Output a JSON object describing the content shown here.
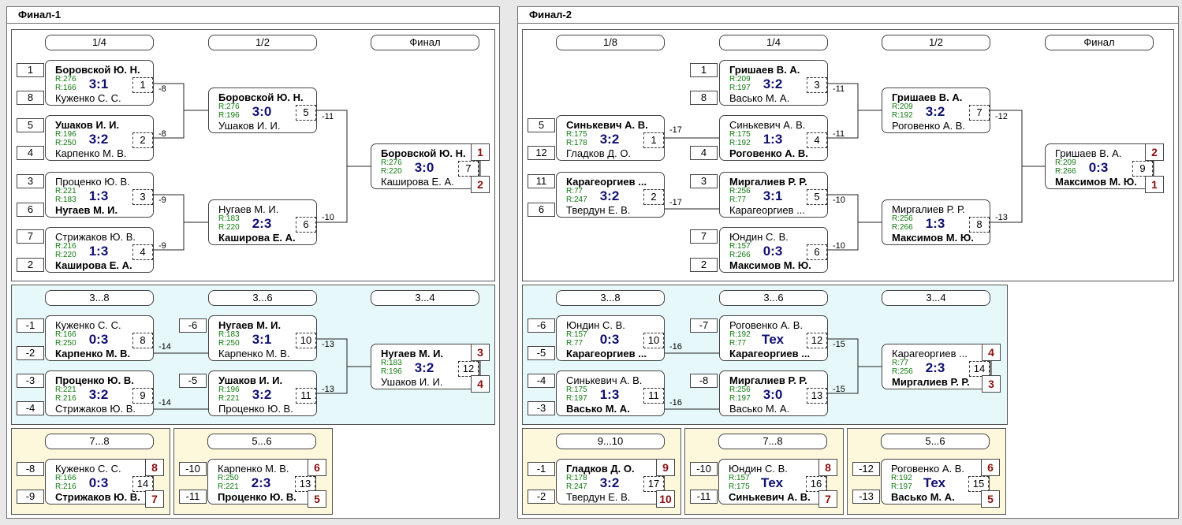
{
  "final1": {
    "title": "Финал-1",
    "main": {
      "stages": [
        "1/4",
        "1/2",
        "Финал"
      ],
      "seeds": [
        "1",
        "8",
        "5",
        "4",
        "3",
        "6",
        "7",
        "2"
      ],
      "m1": {
        "n1": "Боровской Ю. Н.",
        "r1": "R:276",
        "r2": "R:166",
        "score": "3:1",
        "num": "1",
        "n2": "Куженко С. С.",
        "out": "-8"
      },
      "m2": {
        "n1": "Ушаков И. И.",
        "r1": "R:196",
        "r2": "R:250",
        "score": "3:2",
        "num": "2",
        "n2": "Карпенко М. В.",
        "out": "-8"
      },
      "m3": {
        "n1": "Проценко Ю. В.",
        "r1": "R:221",
        "r2": "R:183",
        "score": "1:3",
        "num": "3",
        "n2": "Нугаев М. И.",
        "out": "-9"
      },
      "m4": {
        "n1": "Стрижаков Ю. В.",
        "r1": "R:216",
        "r2": "R:220",
        "score": "1:3",
        "num": "4",
        "n2": "Каширова Е. А.",
        "out": "-9"
      },
      "m5": {
        "n1": "Боровской Ю. Н.",
        "r1": "R:276",
        "r2": "R:196",
        "score": "3:0",
        "num": "5",
        "n2": "Ушаков И. И.",
        "out": "-11"
      },
      "m6": {
        "n1": "Нугаев М. И.",
        "r1": "R:183",
        "r2": "R:220",
        "score": "2:3",
        "num": "6",
        "n2": "Каширова Е. А.",
        "out": "-10"
      },
      "m7": {
        "n1": "Боровской Ю. Н.",
        "r1": "R:276",
        "r2": "R:220",
        "score": "3:0",
        "num": "7",
        "n2": "Каширова Е. А.",
        "p1": "1",
        "p2": "2"
      }
    },
    "cons": {
      "stages": [
        "3...8",
        "3...6",
        "3...4"
      ],
      "seeds": [
        "-1",
        "-2",
        "-3",
        "-4",
        "-6",
        "-5"
      ],
      "m8": {
        "n1": "Куженко С. С.",
        "r1": "R:166",
        "r2": "R:250",
        "score": "0:3",
        "num": "8",
        "n2": "Карпенко М. В.",
        "out": "-14"
      },
      "m9": {
        "n1": "Проценко Ю. В.",
        "r1": "R:221",
        "r2": "R:216",
        "score": "3:2",
        "num": "9",
        "n2": "Стрижаков Ю. В.",
        "out": "-14"
      },
      "m10": {
        "n1": "Нугаев М. И.",
        "r1": "R:183",
        "r2": "R:250",
        "score": "3:1",
        "num": "10",
        "n2": "Карпенко М. В.",
        "out": "-13"
      },
      "m11": {
        "n1": "Ушаков И. И.",
        "r1": "R:196",
        "r2": "R:221",
        "score": "3:2",
        "num": "11",
        "n2": "Проценко Ю. В.",
        "out": "-13"
      },
      "m12": {
        "n1": "Нугаев М. И.",
        "r1": "R:183",
        "r2": "R:196",
        "score": "3:2",
        "num": "12",
        "n2": "Ушаков И. И.",
        "p1": "3",
        "p2": "4"
      }
    },
    "p78": {
      "stage": "7...8",
      "seeds": [
        "-8",
        "-9"
      ],
      "m14": {
        "n1": "Куженко С. С.",
        "r1": "R:166",
        "r2": "R:216",
        "score": "0:3",
        "num": "14",
        "n2": "Стрижаков Ю. В.",
        "p1": "8",
        "p2": "7"
      }
    },
    "p56": {
      "stage": "5...6",
      "seeds": [
        "-10",
        "-11"
      ],
      "m13": {
        "n1": "Карпенко М. В.",
        "r1": "R:250",
        "r2": "R:221",
        "score": "2:3",
        "num": "13",
        "n2": "Проценко Ю. В.",
        "p1": "6",
        "p2": "5"
      }
    }
  },
  "final2": {
    "title": "Финал-2",
    "main": {
      "stages": [
        "1/8",
        "1/4",
        "1/2",
        "Финал"
      ],
      "seeds": [
        "5",
        "12",
        "11",
        "6",
        "1",
        "8",
        "4",
        "3",
        "7",
        "2"
      ],
      "m1": {
        "n1": "Синькевич А. В.",
        "r1": "R:175",
        "r2": "R:178",
        "score": "3:2",
        "num": "1",
        "n2": "Гладков Д. О.",
        "out": "-17"
      },
      "m2": {
        "n1": "Карагеоргиев ...",
        "r1": "R:77",
        "r2": "R:247",
        "score": "3:2",
        "num": "2",
        "n2": "Твердун Е. В.",
        "out": "-17"
      },
      "m3": {
        "n1": "Гришаев В. А.",
        "r1": "R:209",
        "r2": "R:197",
        "score": "3:2",
        "num": "3",
        "n2": "Васько М. А.",
        "out": "-11"
      },
      "m4": {
        "n1": "Синькевич А. В.",
        "r1": "R:175",
        "r2": "R:192",
        "score": "1:3",
        "num": "4",
        "n2": "Роговенко А. В.",
        "out": "-11"
      },
      "m5": {
        "n1": "Миргалиев Р. Р.",
        "r1": "R:256",
        "r2": "R:77",
        "score": "3:1",
        "num": "5",
        "n2": "Карагеоргиев ...",
        "out": "-10"
      },
      "m6": {
        "n1": "Юндин С. В.",
        "r1": "R:157",
        "r2": "R:266",
        "score": "0:3",
        "num": "6",
        "n2": "Максимов М. Ю.",
        "out": "-10"
      },
      "m7": {
        "n1": "Гришаев В. А.",
        "r1": "R:209",
        "r2": "R:192",
        "score": "3:2",
        "num": "7",
        "n2": "Роговенко А. В.",
        "out": "-12"
      },
      "m8": {
        "n1": "Миргалиев Р. Р.",
        "r1": "R:256",
        "r2": "R:266",
        "score": "1:3",
        "num": "8",
        "n2": "Максимов М. Ю.",
        "out": "-13"
      },
      "m9": {
        "n1": "Гришаев В. А.",
        "r1": "R:209",
        "r2": "R:266",
        "score": "0:3",
        "num": "9",
        "n2": "Максимов М. Ю.",
        "p1": "2",
        "p2": "1"
      }
    },
    "cons": {
      "stages": [
        "3...8",
        "3...6",
        "3...4"
      ],
      "seeds": [
        "-6",
        "-5",
        "-4",
        "-3",
        "-7",
        "-8"
      ],
      "m10": {
        "n1": "Юндин С. В.",
        "r1": "R:157",
        "r2": "R:77",
        "score": "0:3",
        "num": "10",
        "n2": "Карагеоргиев ...",
        "out": "-16"
      },
      "m11": {
        "n1": "Синькевич А. В.",
        "r1": "R:175",
        "r2": "R:197",
        "score": "1:3",
        "num": "11",
        "n2": "Васько М. А.",
        "out": "-16"
      },
      "m12": {
        "n1": "Роговенко А. В.",
        "r1": "R:192",
        "r2": "R:77",
        "score": "Тех",
        "num": "12",
        "n2": "Карагеоргиев ...",
        "out": "-15"
      },
      "m13": {
        "n1": "Миргалиев Р. Р.",
        "r1": "R:256",
        "r2": "R:197",
        "score": "3:0",
        "num": "13",
        "n2": "Васько М. А.",
        "out": "-15"
      },
      "m14": {
        "n1": "Карагеоргиев ...",
        "r1": "R:77",
        "r2": "R:256",
        "score": "2:3",
        "num": "14",
        "n2": "Миргалиев Р. Р.",
        "p1": "4",
        "p2": "3"
      }
    },
    "p910": {
      "stage": "9...10",
      "seeds": [
        "-1",
        "-2"
      ],
      "m17": {
        "n1": "Гладков Д. О.",
        "r1": "R:178",
        "r2": "R:247",
        "score": "3:2",
        "num": "17",
        "n2": "Твердун Е. В.",
        "p1": "9",
        "p2": "10"
      }
    },
    "p78": {
      "stage": "7...8",
      "seeds": [
        "-10",
        "-11"
      ],
      "m16": {
        "n1": "Юндин С. В.",
        "r1": "R:157",
        "r2": "R:175",
        "score": "Тех",
        "num": "16",
        "n2": "Синькевич А. В.",
        "p1": "8",
        "p2": "7"
      }
    },
    "p56": {
      "stage": "5...6",
      "seeds": [
        "-12",
        "-13"
      ],
      "m15": {
        "n1": "Роговенко А. В.",
        "r1": "R:192",
        "r2": "R:197",
        "score": "Тех",
        "num": "15",
        "n2": "Васько М. А.",
        "p1": "6",
        "p2": "5"
      }
    }
  }
}
